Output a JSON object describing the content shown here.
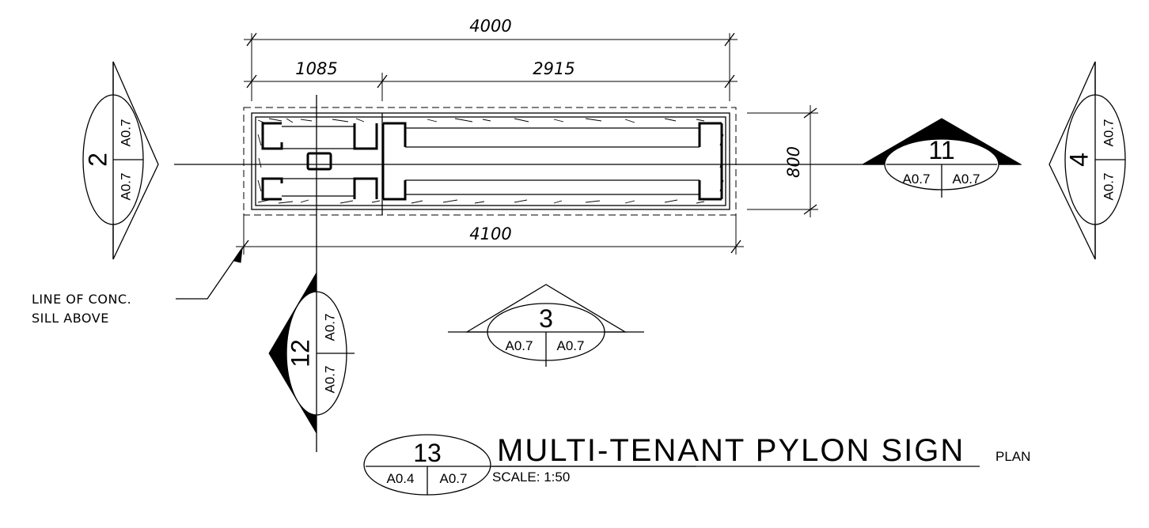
{
  "dimensions": {
    "overall_top": "4000",
    "left_segment": "1085",
    "right_segment": "2915",
    "overall_bottom": "4100",
    "depth": "800"
  },
  "note": {
    "line1": "LINE OF CONC.",
    "line2": "SILL ABOVE"
  },
  "markers": {
    "m2": {
      "number": "2",
      "ref_a": "A0.7",
      "ref_b": "A0.7"
    },
    "m4": {
      "number": "4",
      "ref_a": "A0.7",
      "ref_b": "A0.7"
    },
    "m11": {
      "number": "11",
      "ref_a": "A0.7",
      "ref_b": "A0.7"
    },
    "m3": {
      "number": "3",
      "ref_a": "A0.7",
      "ref_b": "A0.7"
    },
    "m12": {
      "number": "12",
      "ref_a": "A0.7",
      "ref_b": "A0.7"
    }
  },
  "title_block": {
    "number": "13",
    "ref_a": "A0.4",
    "ref_b": "A0.7",
    "title": "MULTI-TENANT PYLON SIGN",
    "suffix": "PLAN",
    "scale": "SCALE: 1:50"
  }
}
